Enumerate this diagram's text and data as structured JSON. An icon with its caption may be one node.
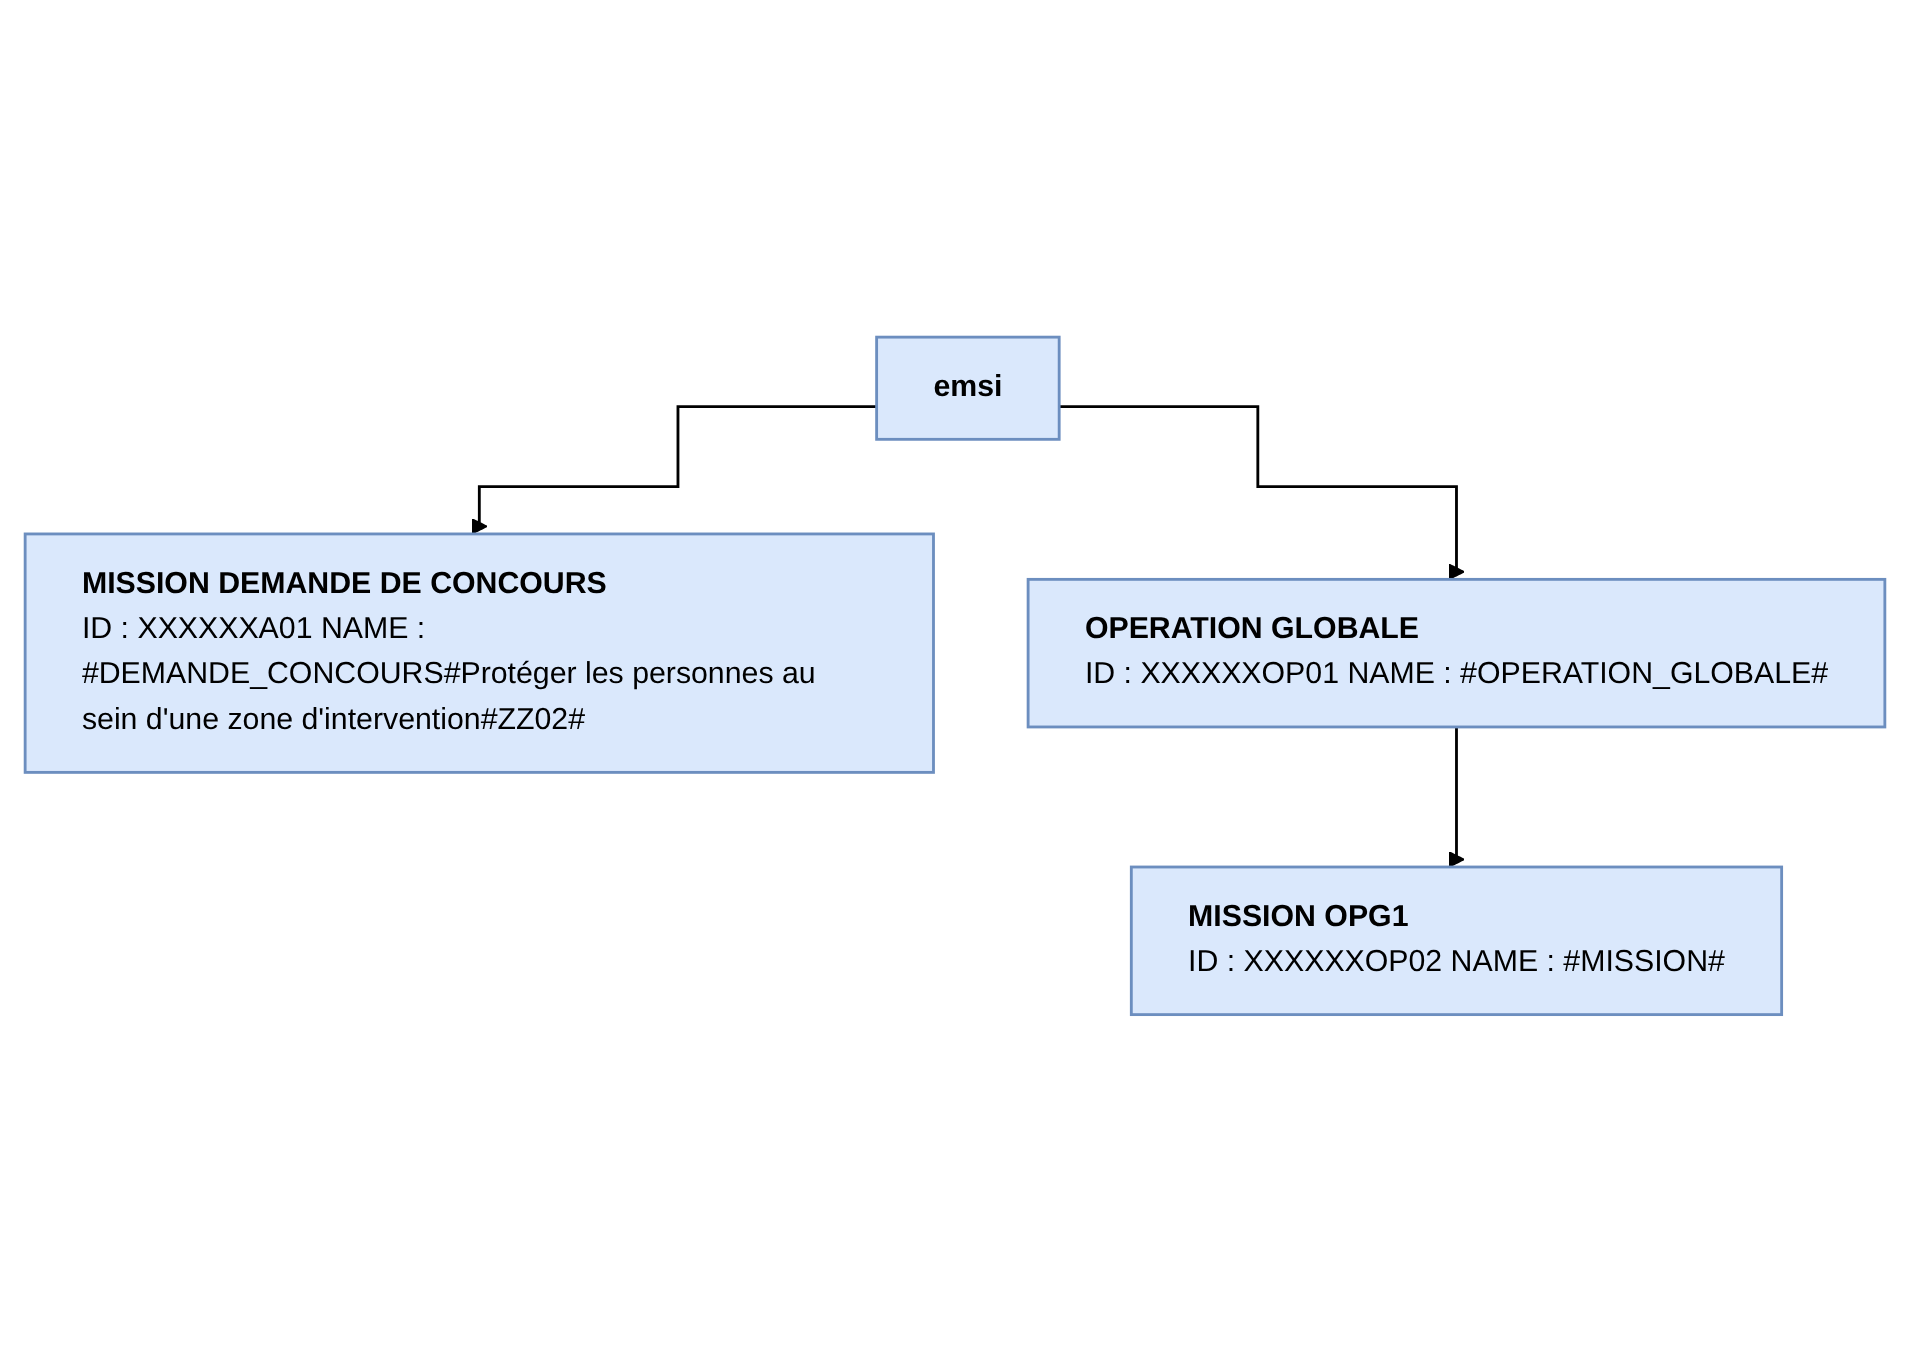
{
  "diagram": {
    "nodes": [
      {
        "text": [
          "emsi"
        ]
      },
      {
        "text": [
          "MISSION DEMANDE DE CONCOURS",
          "ID : XXXXXXA01 NAME : #DEMANDE_CONCOURS#Protéger les personnes au sein d'une zone d'intervention#ZZ02#"
        ]
      },
      {
        "text": [
          "OPERATION GLOBALE",
          "ID : XXXXXXOP01 NAME : #OPERATION_GLOBALE#"
        ]
      },
      {
        "text": [
          "MISSION OPG1",
          "ID : XXXXXXOP02 NAME : #MISSION#"
        ]
      }
    ],
    "edges": [
      {
        "from": 0,
        "to": 1,
        "arrow": "to"
      },
      {
        "from": 0,
        "to": 2,
        "arrow": "to"
      },
      {
        "from": 2,
        "to": 3,
        "arrow": "to"
      }
    ]
  }
}
